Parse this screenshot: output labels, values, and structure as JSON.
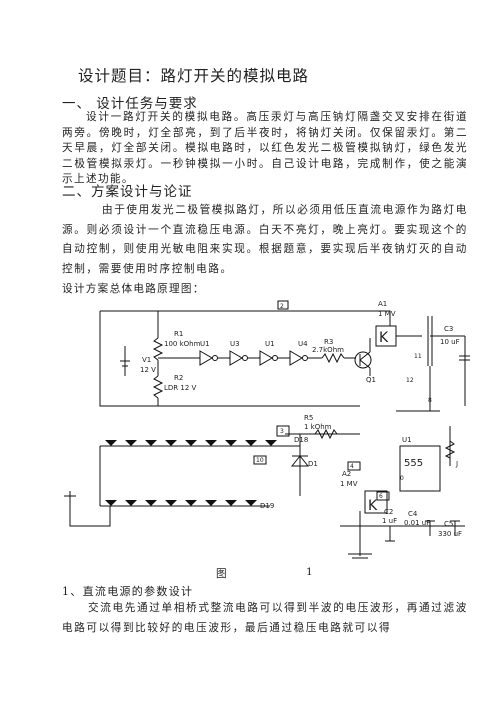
{
  "title": "设计题目：路灯开关的模拟电路",
  "section1": {
    "heading": "一、 设计任务与要求",
    "body": "设计一路灯开关的模拟电路。高压汞灯与高压钠灯隔盏交叉安排在街道两旁。傍晚时，灯全部亮，到了后半夜时，将钠灯关闭。仅保留汞灯。第二天早晨，灯全部关闭。模拟电路时，以红色发光二极管模拟钠灯，绿色发光二极管模拟汞灯。一秒钟模拟一小时。自己设计电路，完成制作，使之能演示上述功能。"
  },
  "section2": {
    "heading": "二、方案设计与论证",
    "body": "由于使用发光二极管模拟路灯，所以必须用低压直流电源作为路灯电源。则必须设计一个直流稳压电源。白天不亮灯，晚上亮灯。要实现这个的自动控制，则使用光敏电阻来实现。根据题意，要实现后半夜钠灯灭的自动控制，需要使用时序控制电路。",
    "caption_line": "设计方案总体电路原理图："
  },
  "figure": {
    "caption": "图",
    "number": "1",
    "labels": {
      "A1": "A1",
      "A1v": "1 MV",
      "C3": "C3",
      "C3v": "10 uF",
      "R1": "R1",
      "R1v": "100 kOhm",
      "U1a": "U1",
      "U3": "U3",
      "U1b": "U1",
      "U4": "U4",
      "R3": "R3",
      "R3v": "2.7kOhm",
      "V1": "V1",
      "V1v": "12 V",
      "R2": "R2",
      "R2v": "LDR 12 V",
      "Q1": "Q1",
      "R5": "R5",
      "R5v": "1 kOhm",
      "D1": "D1",
      "U1c": "U1",
      "n555": "555",
      "A2": "A2",
      "A2v": "1 MV",
      "C2": "C2",
      "C2v": "1 uF",
      "C4": "C4",
      "C4v": "0.01 uF",
      "C5": "C5",
      "C5v": "330 uF",
      "D19": "D19",
      "D18": "D18",
      "J": "J",
      "K": "K",
      "K2": "K",
      "b1": "2",
      "b2": "3",
      "b3": "4",
      "b4": "6",
      "b5": "10",
      "b6": "11",
      "b7": "12",
      "b8": "0",
      "b9": "8"
    }
  },
  "section3": {
    "heading": "1、直流电源的参数设计",
    "body": "交流电先通过单相桥式整流电路可以得到半波的电压波形，再通过滤波电路可以得到比较好的电压波形，最后通过稳压电路就可以得"
  }
}
